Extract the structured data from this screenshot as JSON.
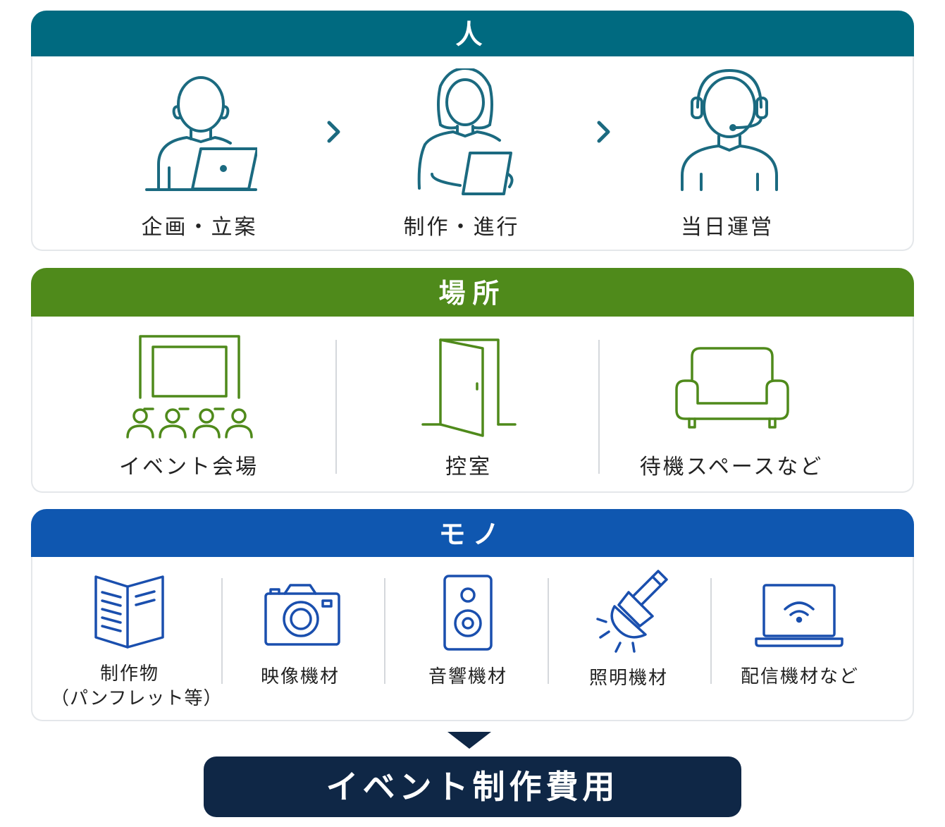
{
  "sections": {
    "people": {
      "title": "人",
      "color": "#006a80",
      "items": [
        "企画・立案",
        "制作・進行",
        "当日運営"
      ]
    },
    "place": {
      "title": "場所",
      "color": "#4f8a1b",
      "items": [
        "イベント会場",
        "控室",
        "待機スペースなど"
      ]
    },
    "things": {
      "title": "モノ",
      "color": "#0f57b0",
      "items": [
        "制作物",
        "（パンフレット等）",
        "映像機材",
        "音響機材",
        "照明機材",
        "配信機材など"
      ]
    }
  },
  "result": {
    "label": "イベント制作費用",
    "color": "#0f2746"
  },
  "icons": [
    "planner-laptop-icon",
    "chevron-right-icon",
    "woman-tablet-icon",
    "headset-operator-icon",
    "venue-screen-audience-icon",
    "door-icon",
    "sofa-icon",
    "pamphlet-icon",
    "camera-icon",
    "speaker-icon",
    "spotlight-icon",
    "laptop-wifi-icon",
    "down-arrow-icon"
  ]
}
